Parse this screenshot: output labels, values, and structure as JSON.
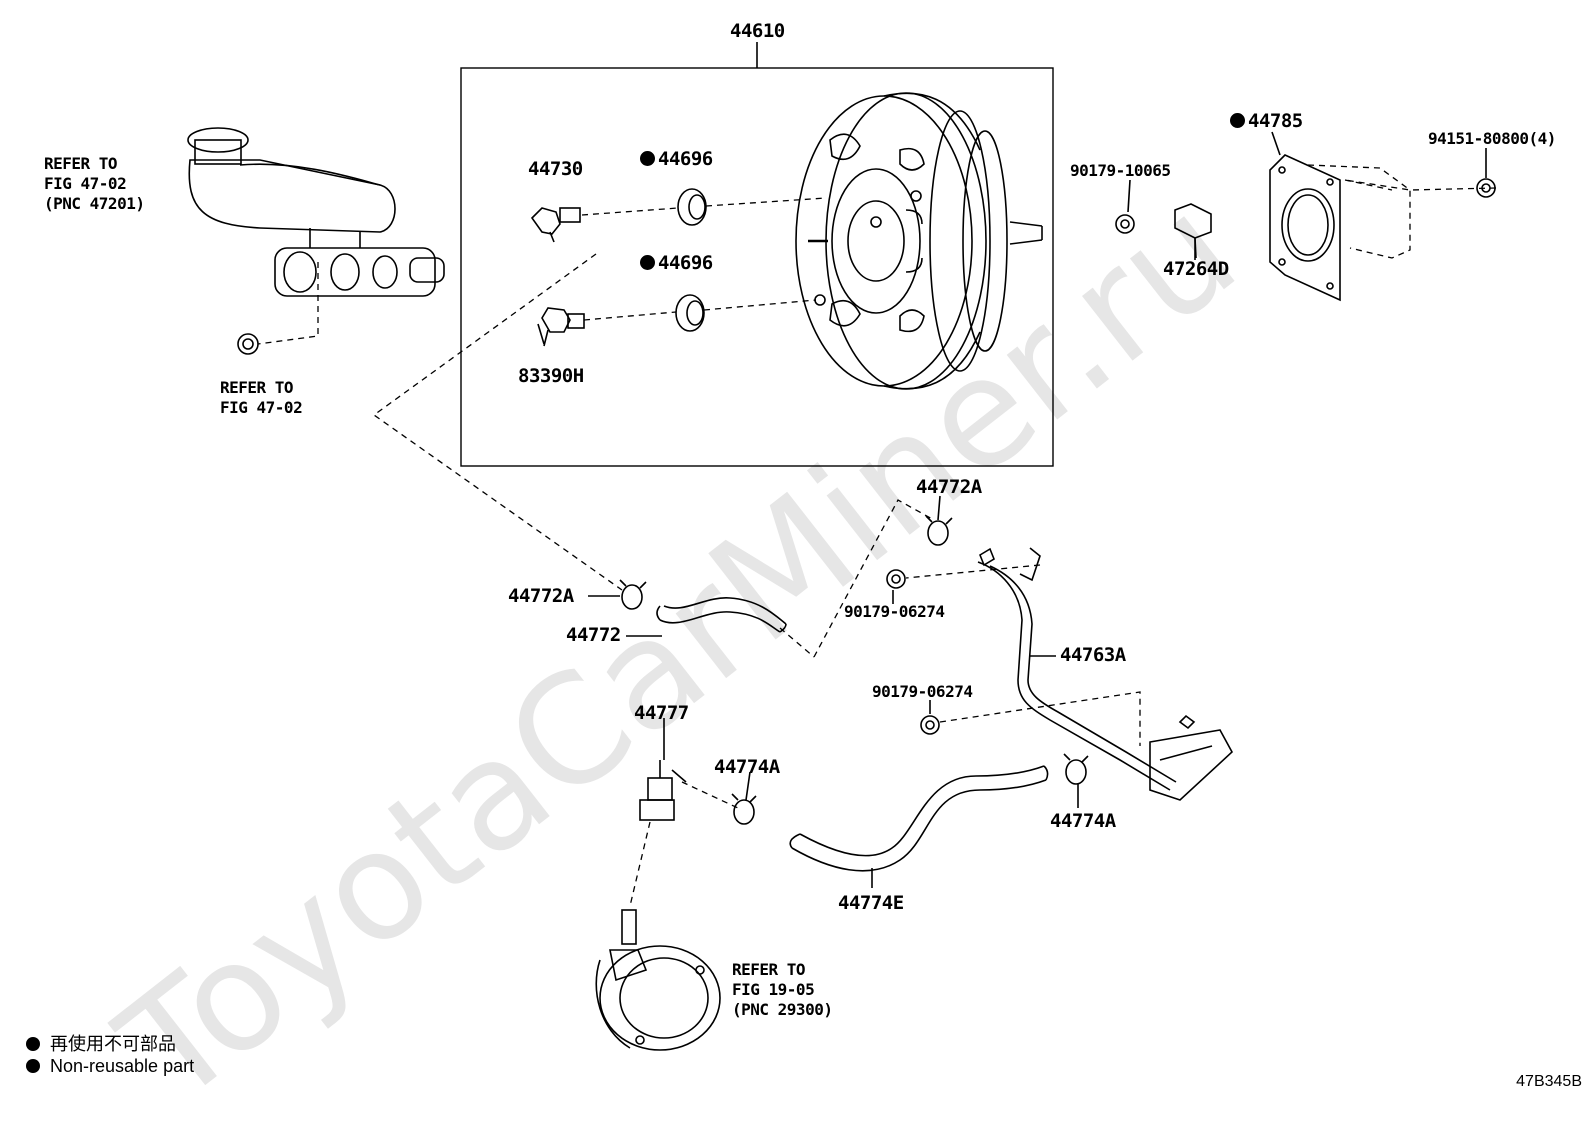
{
  "watermark": "ToyotaCarMiner.ru",
  "labels": {
    "p44610": "44610",
    "p44730": "44730",
    "p44696a": "44696",
    "p44696b": "44696",
    "p83390h": "83390H",
    "p44785": "44785",
    "p94151": "94151-80800(4)",
    "p90179_10065": "90179-10065",
    "p47264d": "47264D",
    "p44772a_top": "44772A",
    "p44772a_left": "44772A",
    "p44772": "44772",
    "p90179_06274_a": "90179-06274",
    "p44763a": "44763A",
    "p90179_06274_b": "90179-06274",
    "p44777": "44777",
    "p44774a_left": "44774A",
    "p44774a_right": "44774A",
    "p44774e": "44774E"
  },
  "references": {
    "ref_master_cyl": "REFER TO\nFIG 47-02\n(PNC 47201)",
    "ref_nut": "REFER TO\nFIG 47-02",
    "ref_vacuum_pump": "REFER TO\nFIG 19-05\n(PNC 29300)"
  },
  "legend": {
    "line1": "再使用不可部品",
    "line2": "Non-reusable part"
  },
  "figure_code": "47B345B"
}
